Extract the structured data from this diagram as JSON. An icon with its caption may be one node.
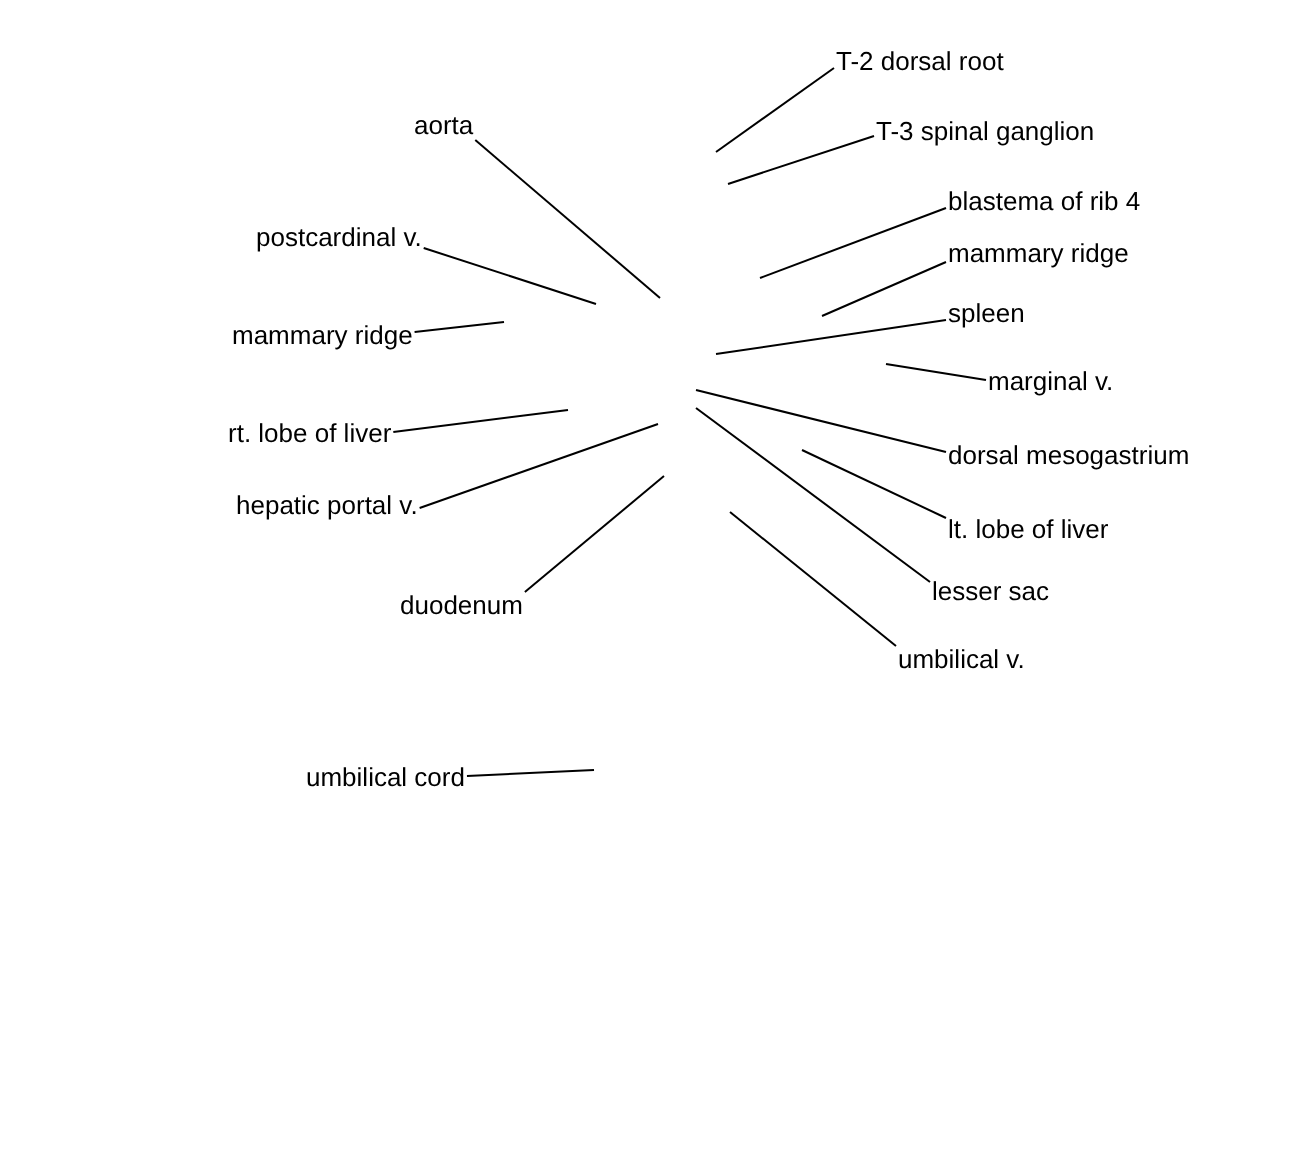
{
  "diagram": {
    "nodes": [
      {
        "text": [
          "T-2 dorsal root"
        ]
      },
      {
        "text": [
          "aorta"
        ]
      },
      {
        "text": [
          "T-3 spinal ganglion"
        ]
      },
      {
        "text": [
          "blastema of rib 4"
        ]
      },
      {
        "text": [
          "postcardinal v."
        ]
      },
      {
        "text": [
          "mammary ridge"
        ]
      },
      {
        "text": [
          "spleen"
        ]
      },
      {
        "text": [
          "mammary ridge"
        ]
      },
      {
        "text": [
          "marginal v."
        ]
      },
      {
        "text": [
          "rt. lobe of liver"
        ]
      },
      {
        "text": [
          "dorsal mesogastrium"
        ]
      },
      {
        "text": [
          "hepatic portal v."
        ]
      },
      {
        "text": [
          "lt. lobe of liver"
        ]
      },
      {
        "text": [
          "lesser sac"
        ]
      },
      {
        "text": [
          "duodenum"
        ]
      },
      {
        "text": [
          "umbilical v."
        ]
      },
      {
        "text": [
          "umbilical cord"
        ]
      }
    ],
    "edges": [
      {
        "from": 0,
        "to": null,
        "arrow": "none"
      },
      {
        "from": 1,
        "to": null,
        "arrow": "none"
      },
      {
        "from": 2,
        "to": null,
        "arrow": "none"
      },
      {
        "from": 3,
        "to": null,
        "arrow": "none"
      },
      {
        "from": 4,
        "to": null,
        "arrow": "none"
      },
      {
        "from": 5,
        "to": null,
        "arrow": "none"
      },
      {
        "from": 6,
        "to": null,
        "arrow": "none"
      },
      {
        "from": 7,
        "to": null,
        "arrow": "none"
      },
      {
        "from": 8,
        "to": null,
        "arrow": "none"
      },
      {
        "from": 9,
        "to": null,
        "arrow": "none"
      },
      {
        "from": 10,
        "to": null,
        "arrow": "none"
      },
      {
        "from": 11,
        "to": null,
        "arrow": "none"
      },
      {
        "from": 12,
        "to": null,
        "arrow": "none"
      },
      {
        "from": 13,
        "to": null,
        "arrow": "none"
      },
      {
        "from": 14,
        "to": null,
        "arrow": "none"
      },
      {
        "from": 15,
        "to": null,
        "arrow": "none"
      },
      {
        "from": 16,
        "to": null,
        "arrow": "none"
      }
    ]
  }
}
